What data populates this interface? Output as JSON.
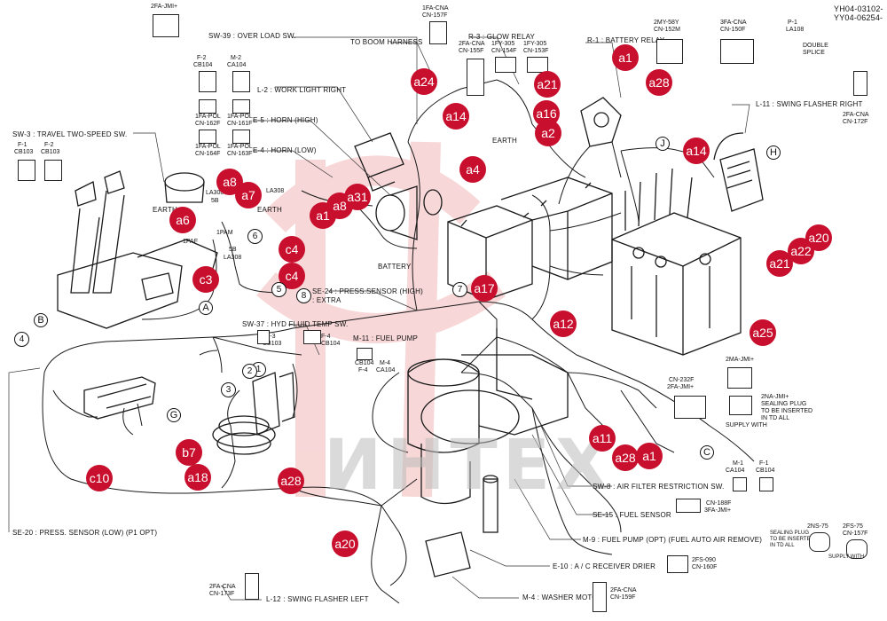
{
  "doc": {
    "ref_top": "YH04-03102-",
    "ref_bottom": "YY04-06254-",
    "watermark": "ИНТЕХ",
    "boom_harness": "TO BOOM HARNESS",
    "battery": "BATTERY",
    "earth": "EARTH",
    "supply_with": "SUPPLY WITH",
    "sealing_note": "SEALING PLUG\nTO BE INSERTED\nIN TD ALL",
    "double_splice": "DOUBLE\nSPLICE"
  },
  "labels": {
    "sw39": "SW-39 : OVER LOAD SW.",
    "r3": "R-3 : GLOW RELAY",
    "r1": "R-1 : BATTERY RELAY",
    "l2": "L-2 : WORK LIGHT RIGHT",
    "e5": "E-5 : HORN (HIGH)",
    "e4": "E-4 : HORN (LOW)",
    "sw3": "SW-3 : TRAVEL TWO-SPEED SW.",
    "l11": "L-11 : SWING FLASHER RIGHT",
    "se24": "SE-24 : PRESS.SENSOR (HIGH)",
    "se24b": ": EXTRA",
    "sw37": "SW-37 : HYD FLUID TEMP SW.",
    "m11": "M-11 : FUEL PUMP",
    "sw8": "SW-8 : AIR FILTER RESTRICTION SW.",
    "se15": "SE-15 : FUEL SENSOR",
    "m9": "M-9 : FUEL PUMP (OPT) (FUEL AUTO AIR REMOVE)",
    "e10": "E-10 : A / C RECEIVER DRIER",
    "m4": "M-4 : WASHER MOTOR",
    "se20": "SE-20 : PRESS. SENSOR (LOW) (P1 OPT)",
    "l12": "L-12 : SWING FLASHER LEFT"
  },
  "connectors": {
    "c2fajmi_top": "2FA-JMI+",
    "c1fa_cna": "1FA-CNA",
    "cn157f": "CN-157F",
    "c2fa_cna": "2FA-CNA",
    "cn155f": "CN-155F",
    "c1fy305a": "1FY-305",
    "cn154f": "CN-154F",
    "c1fy305b": "1FY-305",
    "cn153f": "CN-153F",
    "c2my58y": "2MY-58Y",
    "cn152m": "CN-152M",
    "c3fa_cna": "3FA-CNA",
    "cn150f": "CN-150F",
    "p1": "P-1",
    "la108": "LA108",
    "f2": "F-2",
    "cb104a": "CB104",
    "m2": "M-2",
    "ca104a": "CA104",
    "pol1": "1FA-POL",
    "cn162f": "CN-162F",
    "pol2": "1FA-POL",
    "cn161f": "CN-161F",
    "pol3": "1FA-POL",
    "cn164f": "CN-164F",
    "pol4": "1FA-POL",
    "cn163f": "CN-163F",
    "f1": "F-1",
    "cb103a": "CB103",
    "f2b": "F-2",
    "cb103b": "CB103",
    "la5b": "5B",
    "la308a": "LA308",
    "pam1": "1PAM",
    "paf1": "1PAF",
    "la5b2": "5B",
    "la308b": "LA308",
    "la308c": "LA308",
    "c2fa_cna_r": "2FA-CNA",
    "cn172f": "CN-172F",
    "f3": "F-3",
    "cb103c": "CB103",
    "f4": "F-4",
    "cb104c": "CB104",
    "cb104d": "CB104",
    "f4b": "F-4",
    "m4c": "M-4",
    "ca104c": "CA104",
    "cn232f": "CN-232F",
    "c2fajmi_mid": "2FA-JMI+",
    "c2majmi": "2MA-JMI+",
    "c2najmi": "2NA-JMI+",
    "m1": "M-1",
    "ca104d": "CA104",
    "f1b": "F-1",
    "cb104e": "CB104",
    "cn188f": "CN-188F",
    "c3fajmi": "3FA-JMI+",
    "c2ns75": "2NS-75",
    "c2fs75": "2FS-75",
    "cn157f_b": "CN-157F",
    "c2fs090": "2FS-090",
    "cn160f": "CN-160F",
    "c2fa_cna_l": "2FA-CNA",
    "cn173f": "CN-173F",
    "c2fa_cna_b": "2FA-CNA",
    "cn159f": "CN-159F"
  },
  "callouts": [
    "a1",
    "a28",
    "a24",
    "a21",
    "a14",
    "a16",
    "a2",
    "a4",
    "a8",
    "a7",
    "a6",
    "a1",
    "a8",
    "a31",
    "c3",
    "c4",
    "c4",
    "a14",
    "a20",
    "a22",
    "a21",
    "a17",
    "a12",
    "a25",
    "a11",
    "a28",
    "a1",
    "b7",
    "a18",
    "a28",
    "c10",
    "a20"
  ],
  "numbers": [
    "1",
    "2",
    "3",
    "4",
    "5",
    "6",
    "7",
    "8"
  ],
  "letters": [
    "A",
    "B",
    "C",
    "G",
    "H",
    "J"
  ]
}
